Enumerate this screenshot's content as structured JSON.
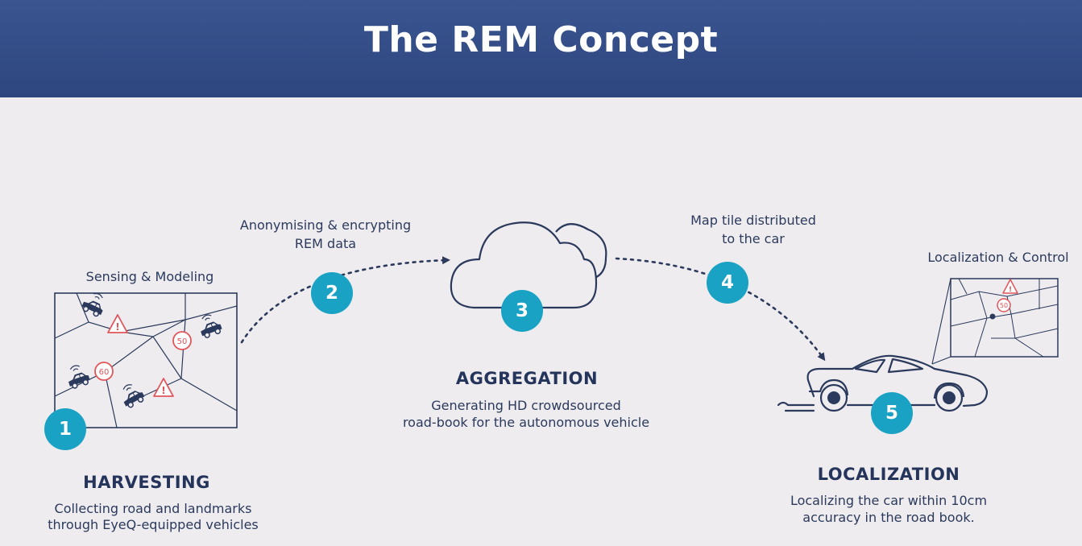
{
  "title": "The REM Concept",
  "steps": [
    {
      "number": "1",
      "heading": "HARVESTING",
      "desc": [
        "Collecting road and landmarks",
        "through EyeQ-equipped vehicles"
      ],
      "caption": "Sensing & Modeling"
    },
    {
      "number": "2",
      "caption": [
        "Anonymising & encrypting",
        "REM data"
      ]
    },
    {
      "number": "3",
      "heading": "AGGREGATION",
      "desc": [
        "Generating HD crowdsourced",
        "road-book for the autonomous vehicle"
      ]
    },
    {
      "number": "4",
      "caption": [
        "Map tile distributed",
        "to the car"
      ]
    },
    {
      "number": "5",
      "heading": "LOCALIZATION",
      "desc": [
        "Localizing the car within 10cm",
        "accuracy in the road book."
      ],
      "caption": "Localization & Control"
    }
  ],
  "signs": {
    "speed_a": "60",
    "speed_b": "50",
    "speed_c": "50",
    "warning": "!"
  },
  "colors": {
    "header": "#34508a",
    "accent": "#1aa2c4",
    "ink": "#2b3a5c",
    "sign": "#e0555a",
    "background": "#eeecef"
  }
}
